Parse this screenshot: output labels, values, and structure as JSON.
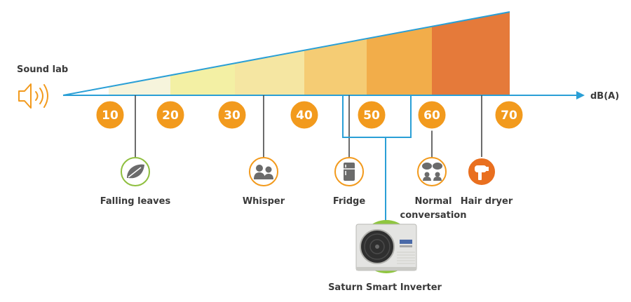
{
  "title": "Sound lab",
  "axis_unit": "dB(A)",
  "colors": {
    "axis": "#2a9fd6",
    "marker": "#f29a1d",
    "band_colors": [
      "#f6f4dc",
      "#f3f0a4",
      "#f5e6a2",
      "#f5cc74",
      "#f2ad4a",
      "#e57a3a"
    ],
    "icon_green": "#8fbf3f",
    "icon_orange": "#e96f1f"
  },
  "scale": {
    "ticks": [
      "10",
      "20",
      "30",
      "40",
      "50",
      "60",
      "70"
    ]
  },
  "sources": [
    {
      "name": "Falling leaves",
      "icon": "leaf-icon"
    },
    {
      "name": "Whisper",
      "icon": "people-whisper-icon"
    },
    {
      "name": "Fridge",
      "icon": "fridge-icon"
    },
    {
      "name": "Normal conversation",
      "line1": "Normal",
      "line2": "conversation",
      "icon": "speech-bubbles-icon"
    },
    {
      "name": "Hair dryer",
      "icon": "hair-dryer-icon"
    }
  ],
  "product": {
    "name": "Saturn Smart Inverter",
    "icon": "heat-pump-unit-icon"
  }
}
